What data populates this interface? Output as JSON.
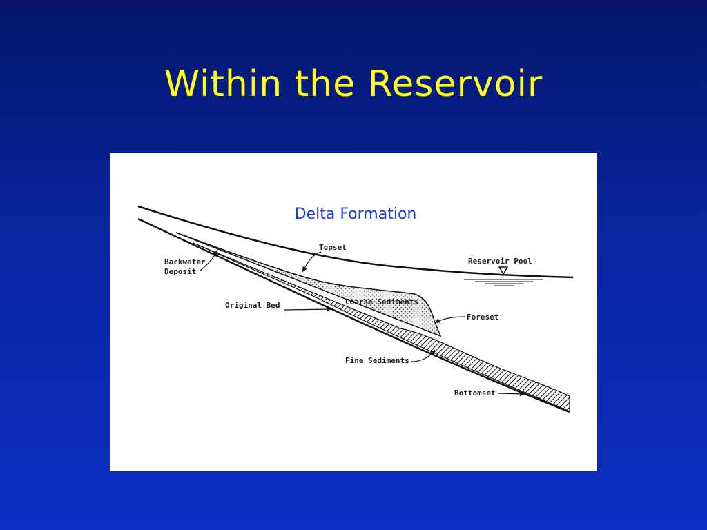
{
  "slide": {
    "title": "Within the Reservoir",
    "background_color": "#0a25a0",
    "title_color": "#ffff1a"
  },
  "figure": {
    "caption": "Delta Formation",
    "caption_color": "#1d3bd8",
    "labels": {
      "topset": "Topset",
      "reservoir_pool": "Reservoir Pool",
      "backwater_line1": "Backwater",
      "backwater_line2": "Deposit",
      "original_bed": "Original Bed",
      "coarse_sediments": "Coarse Sediments",
      "foreset": "Foreset",
      "fine_sediments": "Fine Sediments",
      "bottomset": "Bottomset"
    }
  }
}
